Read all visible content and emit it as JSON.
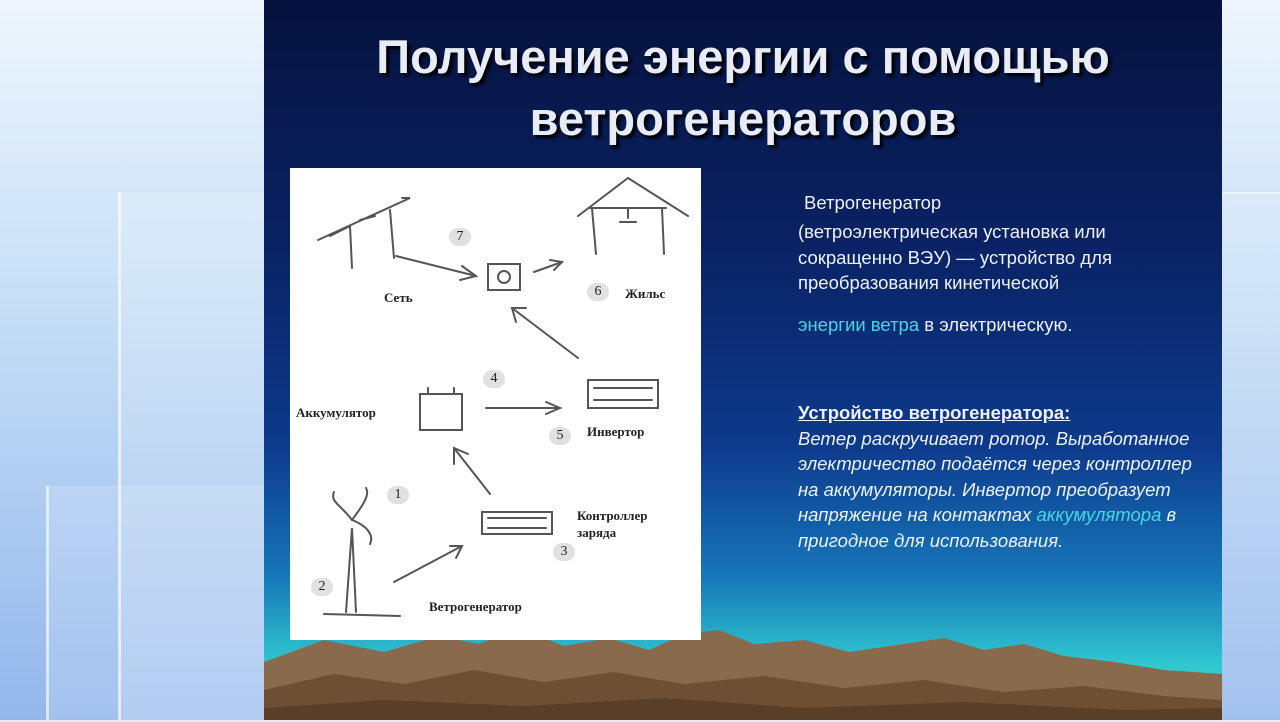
{
  "title": {
    "line1": "Получение энергии с помощью",
    "line2": "ветрогенераторов"
  },
  "diagram": {
    "labels": {
      "grid": "Сеть",
      "housing": "Жильс",
      "battery": "Аккумулятор",
      "inverter": "Инвертор",
      "controller_line1": "Контроллер",
      "controller_line2": "заряда",
      "generator": "Ветрогенератор"
    },
    "numbers": [
      "1",
      "2",
      "3",
      "4",
      "5",
      "6",
      "7"
    ]
  },
  "definition": {
    "term": "Ветрогенератор",
    "body": "(ветроэлектрическая установка или сокращенно ВЭУ) — устройство для преобразования кинетической",
    "highlight": "энергии ветра",
    "tail": "в электрическую."
  },
  "device": {
    "heading": "Устройство ветрогенератора:",
    "body": "Ветер раскручивает ротор. Выработанное электричество подаётся через контроллер на аккумуляторы. Инвертор преобразует напряжение на контактах",
    "highlight": "аккумулятора",
    "tail": "в пригодное для использования."
  },
  "colors": {
    "highlight": "#47d6e6",
    "slide_top": "#06123e",
    "slide_bottom": "#49e0cf",
    "mountains": "#7a5b3f"
  }
}
